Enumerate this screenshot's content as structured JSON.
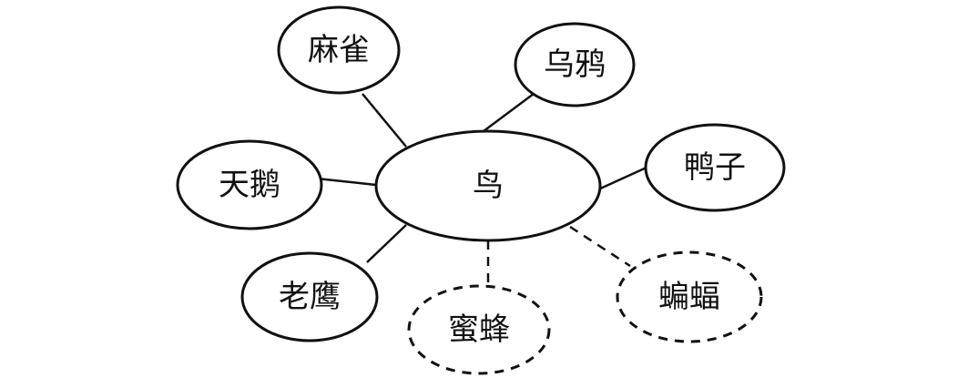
{
  "diagram": {
    "center": {
      "label": "鸟"
    },
    "members": [
      {
        "id": "maque",
        "label": "麻雀",
        "dashed": false
      },
      {
        "id": "wuya",
        "label": "乌鸦",
        "dashed": false
      },
      {
        "id": "tiane",
        "label": "天鹅",
        "dashed": false
      },
      {
        "id": "yazi",
        "label": "鸭子",
        "dashed": false
      },
      {
        "id": "laoying",
        "label": "老鹰",
        "dashed": false
      },
      {
        "id": "mifeng",
        "label": "蜜蜂",
        "dashed": true
      },
      {
        "id": "bianfu",
        "label": "蝙蝠",
        "dashed": true
      }
    ],
    "colors": {
      "stroke": "#111111",
      "fill": "#ffffff"
    }
  }
}
